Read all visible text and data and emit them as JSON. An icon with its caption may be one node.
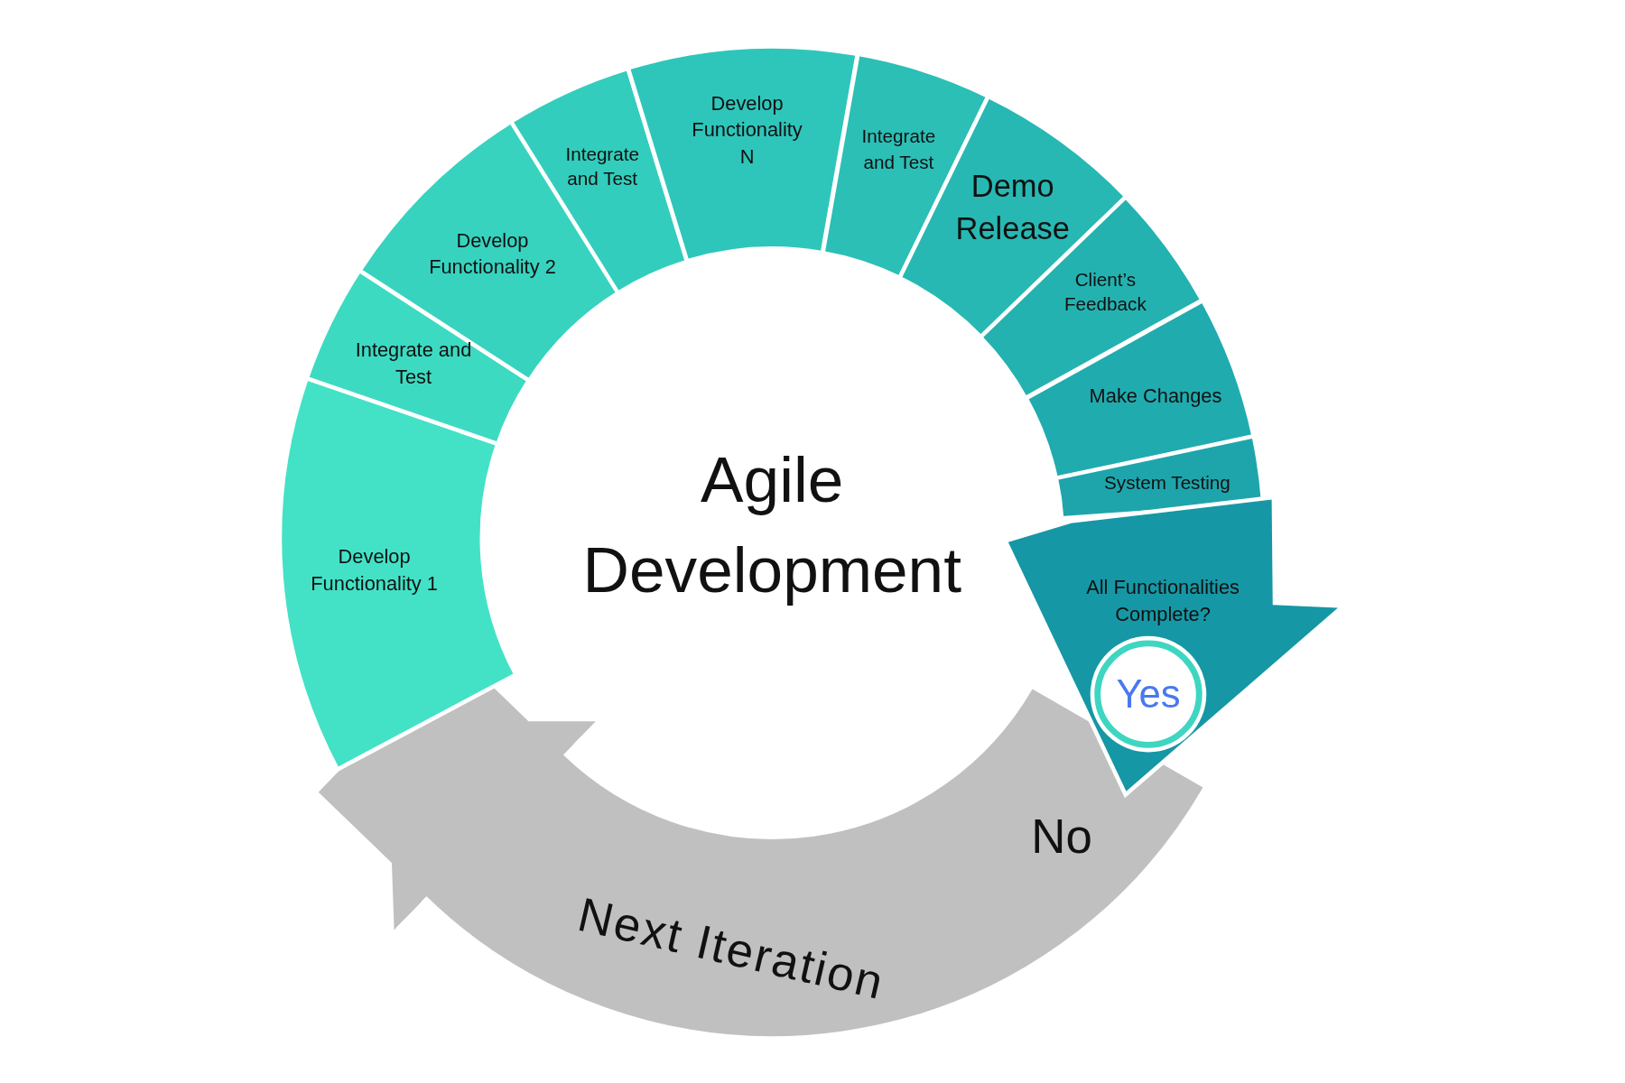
{
  "diagram": {
    "title": "Agile Development",
    "nodes": [
      {
        "text": [
          "Develop Functionality 1"
        ]
      },
      {
        "text": [
          "Integrate and Test"
        ]
      },
      {
        "text": [
          "Develop Functionality 2"
        ]
      },
      {
        "text": [
          "Integrate and Test"
        ]
      },
      {
        "text": [
          "Develop Functionality N"
        ]
      },
      {
        "text": [
          "Integrate and Test"
        ]
      },
      {
        "text": [
          "Demo Release"
        ]
      },
      {
        "text": [
          "Client’s Feedback"
        ]
      },
      {
        "text": [
          "Make Changes"
        ]
      },
      {
        "text": [
          "System Testing"
        ]
      },
      {
        "text": [
          "All Functionalities Complete?"
        ]
      },
      {
        "text": [
          "Yes"
        ],
        "in": 10
      }
    ],
    "edges": [
      {
        "from": 10,
        "to": 0,
        "arrow": "to",
        "label": "Next Iteration",
        "color": "#c0c0c0"
      }
    ],
    "labels": [
      "No"
    ]
  }
}
